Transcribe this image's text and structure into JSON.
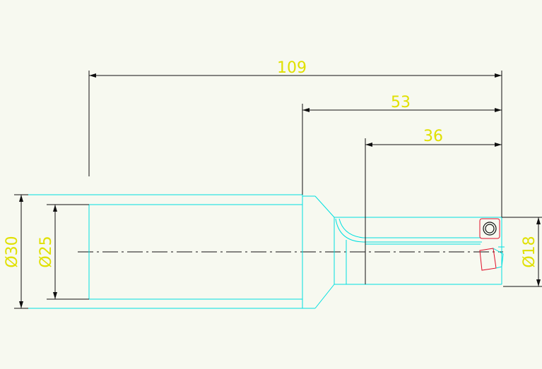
{
  "drawing": {
    "background": "#f7f9f0",
    "colors": {
      "outline": "#00e0e0",
      "dimension_line": "#101010",
      "dimension_text": "#e0e000",
      "insert": "#e0102a",
      "centerline": "#101010"
    },
    "dimensions": {
      "overall_length": "109",
      "flute_length": "53",
      "cut_depth": "36",
      "shank_diameter": "Ø30",
      "neck_diameter": "Ø25",
      "cutting_diameter": "Ø18"
    }
  }
}
